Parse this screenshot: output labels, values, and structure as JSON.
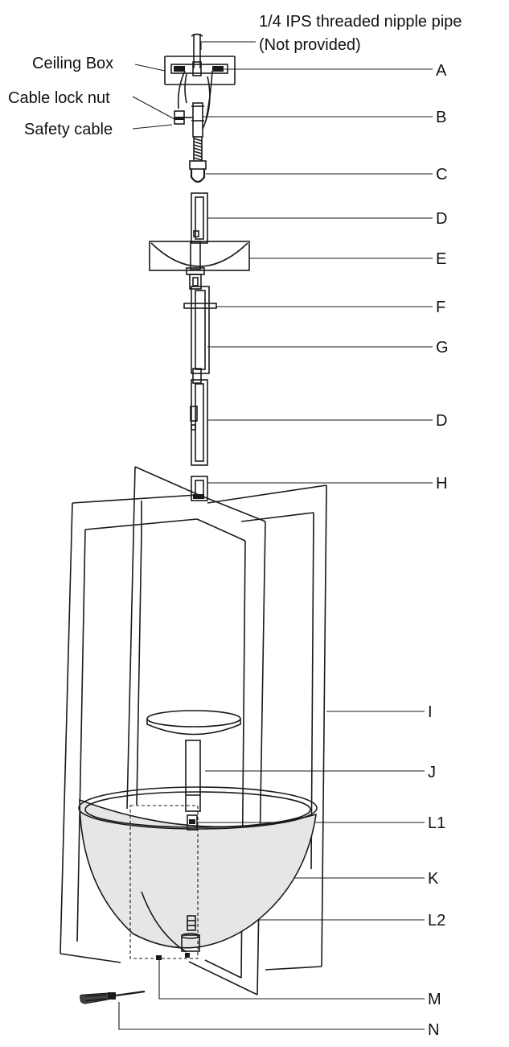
{
  "labels": {
    "nipple_line1": "1/4 IPS threaded nipple pipe",
    "nipple_line2": "(Not provided)",
    "ceiling_box": "Ceiling Box",
    "cable_lock_nut": "Cable lock nut",
    "safety_cable": "Safety cable"
  },
  "parts": [
    "A",
    "B",
    "C",
    "D",
    "E",
    "F",
    "G",
    "D",
    "H",
    "I",
    "J",
    "L1",
    "K",
    "L2",
    "M",
    "N"
  ],
  "colors": {
    "line": "#1a1a1a",
    "text": "#111111",
    "bowl_shade": "#e6e6e6",
    "background": "#ffffff"
  }
}
